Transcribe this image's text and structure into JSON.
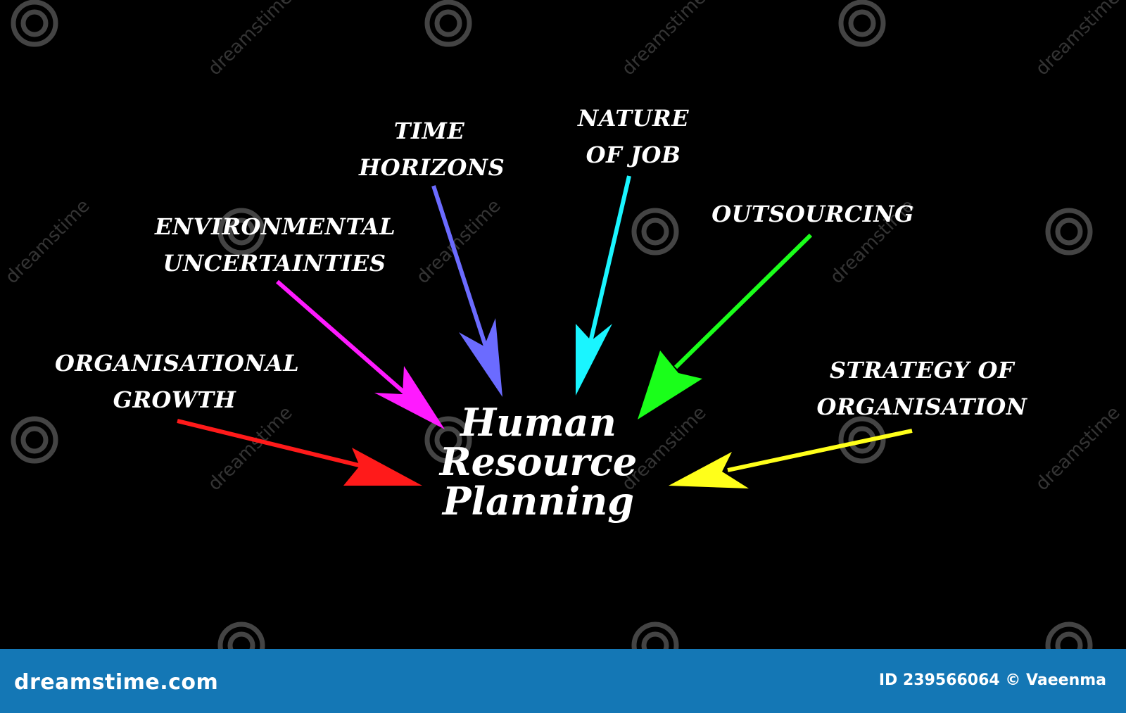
{
  "diagram": {
    "center": [
      "Human",
      "Resource",
      "Planning"
    ],
    "factors": [
      {
        "lines": [
          "ORGANISATIONAL",
          "GROWTH"
        ],
        "color": "#ff1a1a"
      },
      {
        "lines": [
          "ENVIRONMENTAL",
          "UNCERTAINTIES"
        ],
        "color": "#ff1aff"
      },
      {
        "lines": [
          "TIME",
          "HORIZONS"
        ],
        "color": "#6b6bff"
      },
      {
        "lines": [
          "NATURE",
          "OF JOB"
        ],
        "color": "#1af5ff"
      },
      {
        "lines": [
          "OUTSOURCING"
        ],
        "color": "#1aff1a"
      },
      {
        "lines": [
          "STRATEGY OF",
          "ORGANISATION"
        ],
        "color": "#ffff1a"
      }
    ]
  },
  "watermark": {
    "text": "dreamstime",
    "footer_logo": "dreamstime.com",
    "credit": "ID 239566064 © Vaeenma"
  },
  "colors": {
    "background": "#000000",
    "footer": "#1477b5",
    "text": "#ffffff"
  }
}
